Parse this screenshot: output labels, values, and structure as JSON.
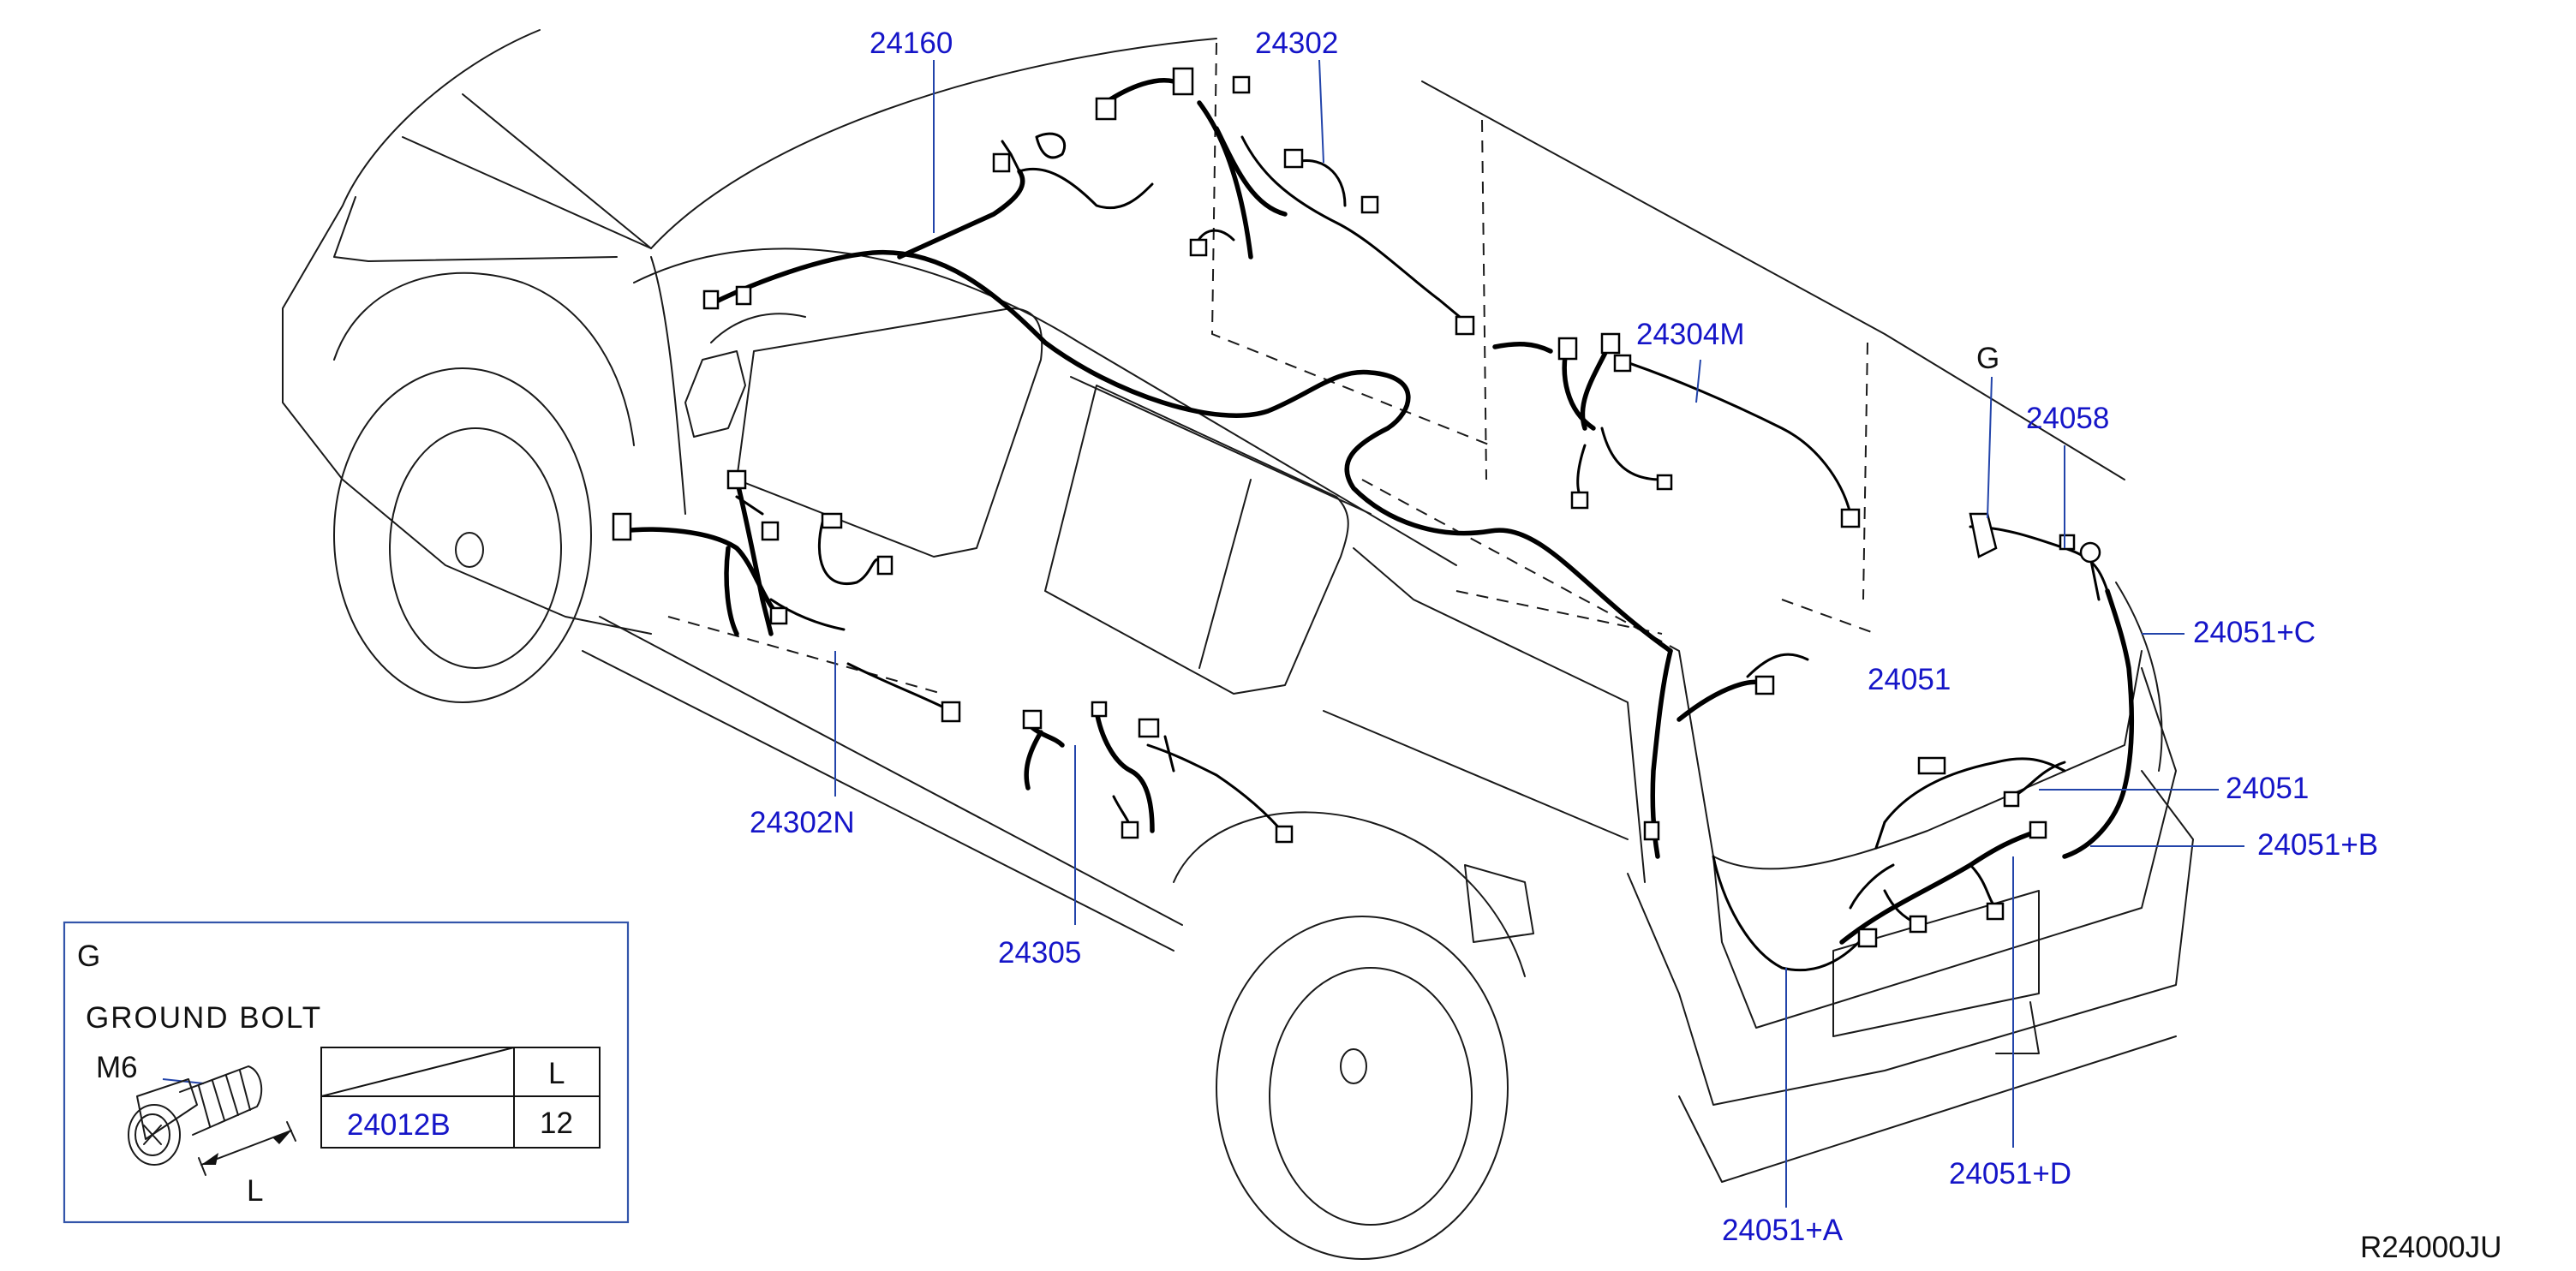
{
  "labels": {
    "p24160": "24160",
    "p24302": "24302",
    "p24304m": "24304M",
    "g_top": "G",
    "p24058": "24058",
    "p24051c": "24051+C",
    "p24051_inner": "24051",
    "p24051": "24051",
    "p24051b": "24051+B",
    "p24051d": "24051+D",
    "p24051a": "24051+A",
    "p24305": "24305",
    "p24302n": "24302N",
    "ref_code": "R24000JU"
  },
  "detail_box": {
    "marker": "G",
    "title": "GROUND BOLT",
    "thread": "M6",
    "length_symbol": "L",
    "table_header": "L",
    "part_number": "24012B",
    "length_value": "12"
  },
  "colors": {
    "label_blue": "#1515c8",
    "leader_blue": "#2244aa",
    "line_black": "#1a1a1a"
  }
}
